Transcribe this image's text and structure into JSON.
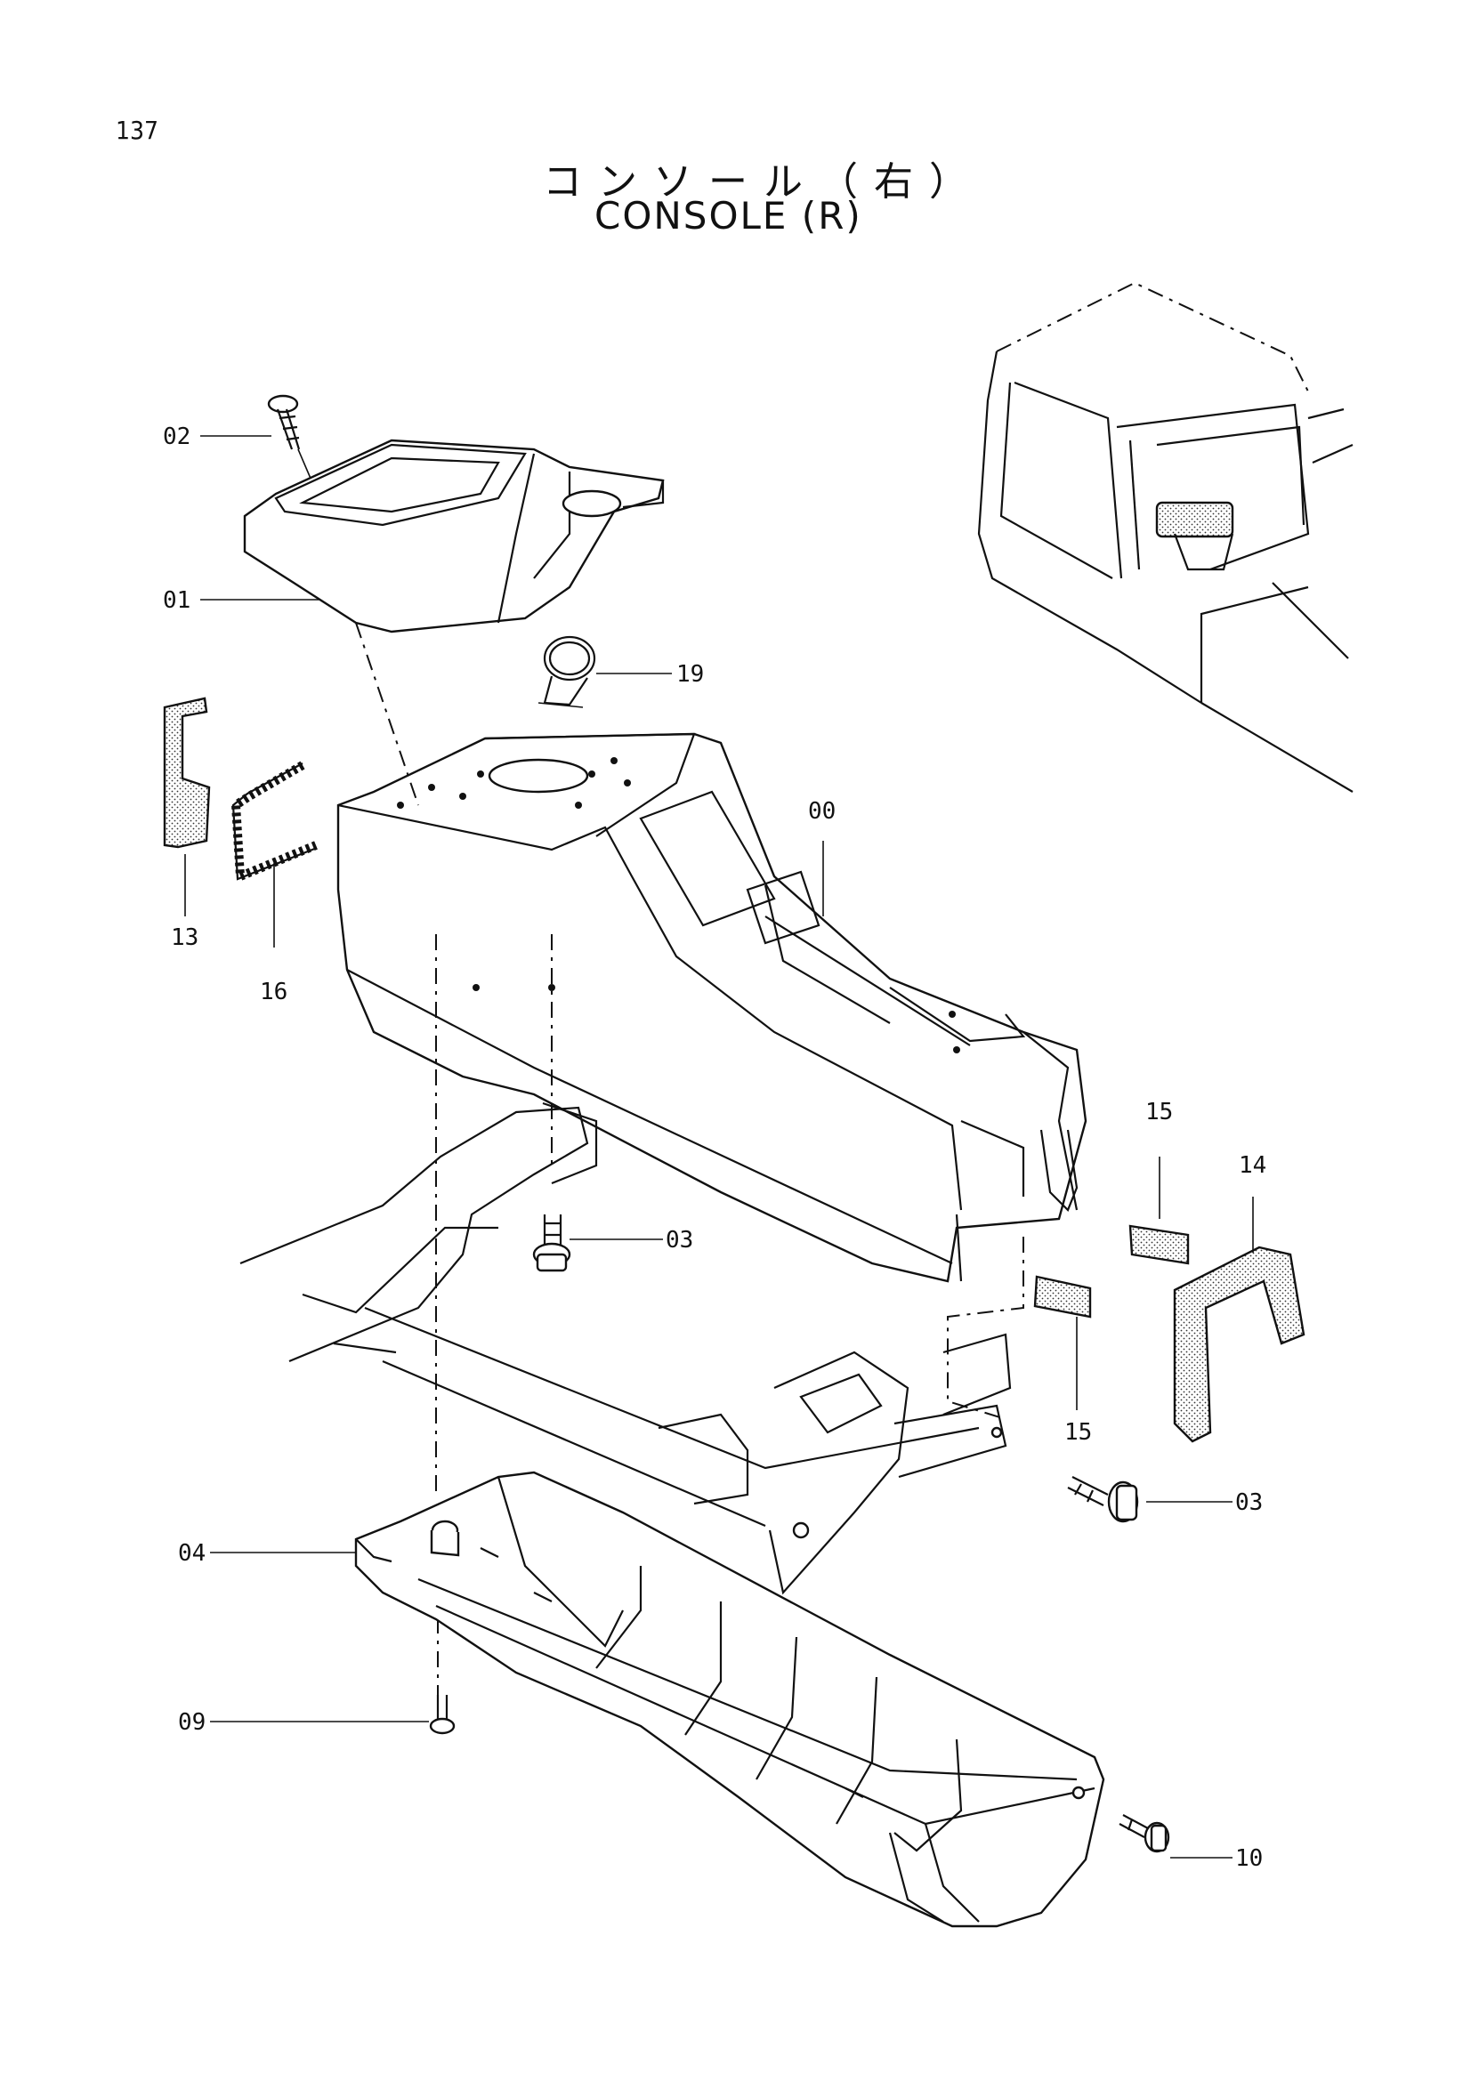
{
  "page_number": "137",
  "title_jp": "コンソール（右）",
  "title_en": "CONSOLE (R)",
  "callouts": [
    {
      "id": "00",
      "text": "00"
    },
    {
      "id": "01",
      "text": "01"
    },
    {
      "id": "02",
      "text": "02"
    },
    {
      "id": "03a",
      "text": "03"
    },
    {
      "id": "03b",
      "text": "03"
    },
    {
      "id": "04",
      "text": "04"
    },
    {
      "id": "09",
      "text": "09"
    },
    {
      "id": "10",
      "text": "10"
    },
    {
      "id": "13",
      "text": "13"
    },
    {
      "id": "14",
      "text": "14"
    },
    {
      "id": "15a",
      "text": "15"
    },
    {
      "id": "15b",
      "text": "15"
    },
    {
      "id": "16",
      "text": "16"
    },
    {
      "id": "19",
      "text": "19"
    }
  ]
}
